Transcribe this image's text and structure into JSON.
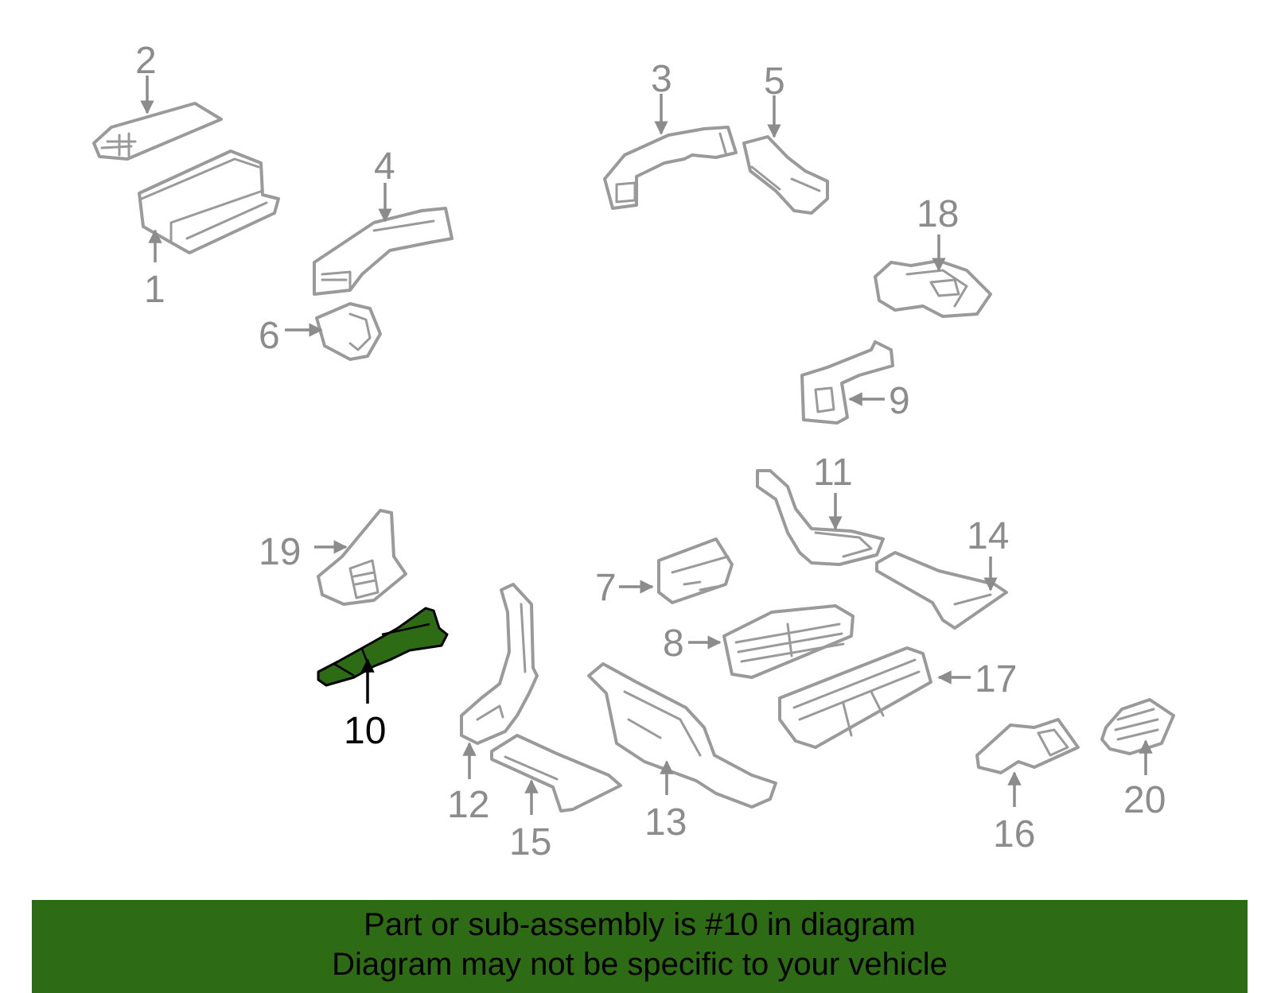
{
  "diagram": {
    "highlighted_part": "10",
    "callouts": [
      "1",
      "2",
      "3",
      "4",
      "5",
      "6",
      "7",
      "8",
      "9",
      "10",
      "11",
      "12",
      "13",
      "14",
      "15",
      "16",
      "17",
      "18",
      "19",
      "20"
    ],
    "colors": {
      "highlight": "#2d6b14",
      "line_art": "#9a9a9a",
      "banner": "#2d6b14"
    }
  },
  "banner": {
    "line1": "Part or sub-assembly is #10 in diagram",
    "line2": "Diagram may not be specific to your vehicle"
  }
}
